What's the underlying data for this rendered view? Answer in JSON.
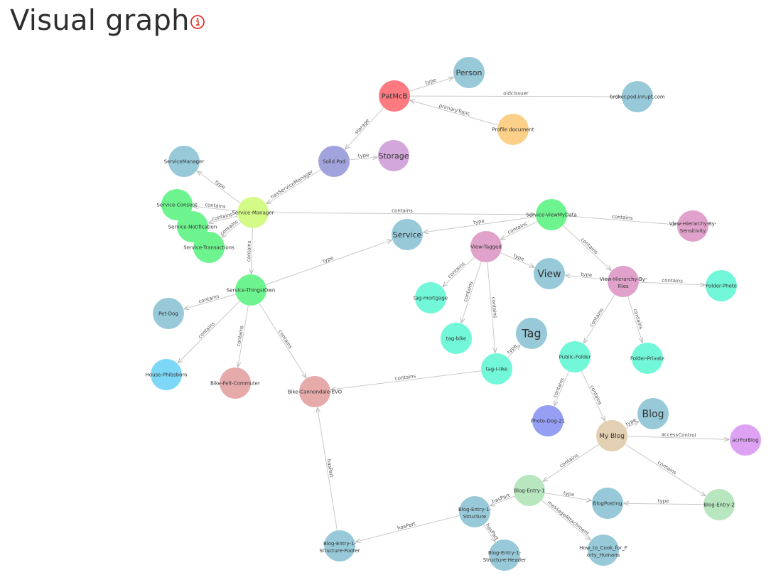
{
  "header": {
    "title": "Visual graph",
    "info_icon": "info-icon",
    "info_color": "#e0342a"
  },
  "graph": {
    "nodes": [
      {
        "id": "PatMcB",
        "label": "PatMcB",
        "color": "#fc7a80"
      },
      {
        "id": "Person",
        "label": "Person",
        "color": "#97c9d9"
      },
      {
        "id": "broker",
        "label": "broker.pod.inrupt.com",
        "color": "#97c9d9"
      },
      {
        "id": "ProfileDoc",
        "label": "Profile document",
        "color": "#fdd089"
      },
      {
        "id": "SolidPod",
        "label": "Solid Pod",
        "color": "#a1a4dc"
      },
      {
        "id": "Storage",
        "label": "Storage",
        "color": "#d4a7dc"
      },
      {
        "id": "ServiceManagerType",
        "label": "ServiceManager",
        "color": "#97c9d9"
      },
      {
        "id": "ServiceManager",
        "label": "Service-Manager",
        "color": "#d4fb88"
      },
      {
        "id": "ServiceConsent",
        "label": "Service-Consent",
        "color": "#6ef48e"
      },
      {
        "id": "ServiceNotification",
        "label": "Service-Notification",
        "color": "#6ef48e"
      },
      {
        "id": "ServiceTransactions",
        "label": "Service-Transactions",
        "color": "#6ef48e"
      },
      {
        "id": "ServiceViewMyData",
        "label": "Service-ViewMyData",
        "color": "#6ef48e"
      },
      {
        "id": "ViewHierSens",
        "label": "View-Hierarchy-By-Sensitivity",
        "color": "#e0a2ca"
      },
      {
        "id": "Service",
        "label": "Service",
        "color": "#97c9d9"
      },
      {
        "id": "ViewTagged",
        "label": "View-Tagged",
        "color": "#e0a2ca"
      },
      {
        "id": "View",
        "label": "View",
        "color": "#97c9d9"
      },
      {
        "id": "ViewHierFiles",
        "label": "View-Hierarchy-By-Files",
        "color": "#e0a2ca"
      },
      {
        "id": "FolderPhoto",
        "label": "Folder-Photo",
        "color": "#72f7d8"
      },
      {
        "id": "ServiceThingsIOwn",
        "label": "Service-ThingsIOwn",
        "color": "#6ef48e"
      },
      {
        "id": "PetDog",
        "label": "Pet-Dog",
        "color": "#97c9d9"
      },
      {
        "id": "tagMortgage",
        "label": "tag-mortgage",
        "color": "#72f7d8"
      },
      {
        "id": "tagBike",
        "label": "tag-bike",
        "color": "#72f7d8"
      },
      {
        "id": "Tag",
        "label": "Tag",
        "color": "#97c9d9"
      },
      {
        "id": "tagILike",
        "label": "tag-I-like",
        "color": "#72f7d8"
      },
      {
        "id": "PublicFolder",
        "label": "Public-Folder",
        "color": "#72f7d8"
      },
      {
        "id": "FolderPrivate",
        "label": "Folder-Private",
        "color": "#72f7d8"
      },
      {
        "id": "HousePhibsboro",
        "label": "House-Phibsboro",
        "color": "#7dd8f8"
      },
      {
        "id": "BikeFelt",
        "label": "Bike-Felt-Commuter",
        "color": "#e6aaab"
      },
      {
        "id": "BikeCannondale",
        "label": "Bike-Cannondale-EVO",
        "color": "#e6aaab"
      },
      {
        "id": "PhotoDog",
        "label": "Photo-Dog-21",
        "color": "#959ff4"
      },
      {
        "id": "Blog",
        "label": "Blog",
        "color": "#97c9d9"
      },
      {
        "id": "MyBlog",
        "label": "My Blog",
        "color": "#e3cfb1"
      },
      {
        "id": "acrForBlog",
        "label": "acrForBlog",
        "color": "#dea2f4"
      },
      {
        "id": "BlogEntry1",
        "label": "Blog-Entry-1",
        "color": "#b7e6bf"
      },
      {
        "id": "BlogPosting",
        "label": "BlogPosting",
        "color": "#97c9d9"
      },
      {
        "id": "BlogEntry2",
        "label": "Blog-Entry-2",
        "color": "#b7e6bf"
      },
      {
        "id": "BlogEntry1Structure",
        "label": "Blog-Entry-1-Structure",
        "color": "#97c9d9"
      },
      {
        "id": "BlogEntry1Footer",
        "label": "Blog-Entry-1-Structure-Footer",
        "color": "#97c9d9"
      },
      {
        "id": "BlogEntry1Header",
        "label": "Blog-Entry-1-Structure-Header",
        "color": "#97c9d9"
      },
      {
        "id": "HowToCook",
        "label": "How_to_Cook_for_Forty_Humans",
        "color": "#97c9d9"
      }
    ],
    "edges": [
      {
        "from": "PatMcB",
        "to": "Person",
        "label": "type"
      },
      {
        "from": "PatMcB",
        "to": "broker",
        "label": "oidcIssuer"
      },
      {
        "from": "ProfileDoc",
        "to": "PatMcB",
        "label": "primaryTopic"
      },
      {
        "from": "PatMcB",
        "to": "SolidPod",
        "label": "storage"
      },
      {
        "from": "SolidPod",
        "to": "Storage",
        "label": "type"
      },
      {
        "from": "SolidPod",
        "to": "ServiceManager",
        "label": "hasServiceManager"
      },
      {
        "from": "ServiceManager",
        "to": "ServiceManagerType",
        "label": "type"
      },
      {
        "from": "ServiceManager",
        "to": "ServiceConsent",
        "label": "contains"
      },
      {
        "from": "ServiceManager",
        "to": "ServiceNotification",
        "label": "contains"
      },
      {
        "from": "ServiceManager",
        "to": "ServiceTransactions",
        "label": "contains"
      },
      {
        "from": "ServiceManager",
        "to": "ServiceViewMyData",
        "label": "contains"
      },
      {
        "from": "ServiceManager",
        "to": "ServiceThingsIOwn",
        "label": "contains"
      },
      {
        "from": "ServiceViewMyData",
        "to": "Service",
        "label": "type"
      },
      {
        "from": "ServiceViewMyData",
        "to": "ViewTagged",
        "label": "contains"
      },
      {
        "from": "ServiceViewMyData",
        "to": "ViewHierSens",
        "label": "contains"
      },
      {
        "from": "ServiceViewMyData",
        "to": "ViewHierFiles",
        "label": "contains"
      },
      {
        "from": "ServiceThingsIOwn",
        "to": "Service",
        "label": "type"
      },
      {
        "from": "ViewTagged",
        "to": "View",
        "label": "type"
      },
      {
        "from": "ViewHierFiles",
        "to": "View",
        "label": "type"
      },
      {
        "from": "ViewTagged",
        "to": "tagMortgage",
        "label": "contains"
      },
      {
        "from": "ViewTagged",
        "to": "tagBike",
        "label": "contains"
      },
      {
        "from": "ViewTagged",
        "to": "tagILike",
        "label": "contains"
      },
      {
        "from": "tagILike",
        "to": "Tag",
        "label": "type"
      },
      {
        "from": "ViewHierFiles",
        "to": "FolderPhoto",
        "label": "contains"
      },
      {
        "from": "ViewHierFiles",
        "to": "PublicFolder",
        "label": "contains"
      },
      {
        "from": "ViewHierFiles",
        "to": "FolderPrivate",
        "label": "contains"
      },
      {
        "from": "ServiceThingsIOwn",
        "to": "PetDog",
        "label": "contains"
      },
      {
        "from": "ServiceThingsIOwn",
        "to": "HousePhibsboro",
        "label": "contains"
      },
      {
        "from": "ServiceThingsIOwn",
        "to": "BikeFelt",
        "label": "contains"
      },
      {
        "from": "ServiceThingsIOwn",
        "to": "BikeCannondale",
        "label": "contains"
      },
      {
        "from": "tagILike",
        "to": "BikeCannondale",
        "label": "contains"
      },
      {
        "from": "PublicFolder",
        "to": "PhotoDog",
        "label": "contains"
      },
      {
        "from": "PublicFolder",
        "to": "MyBlog",
        "label": "contains"
      },
      {
        "from": "MyBlog",
        "to": "Blog",
        "label": "type"
      },
      {
        "from": "MyBlog",
        "to": "acrForBlog",
        "label": "accessControl"
      },
      {
        "from": "MyBlog",
        "to": "BlogEntry1",
        "label": "contains"
      },
      {
        "from": "MyBlog",
        "to": "BlogEntry2",
        "label": "contains"
      },
      {
        "from": "BlogEntry1",
        "to": "BlogPosting",
        "label": "type"
      },
      {
        "from": "BlogEntry2",
        "to": "BlogPosting",
        "label": "type"
      },
      {
        "from": "BlogEntry1",
        "to": "BlogEntry1Structure",
        "label": "hasPart"
      },
      {
        "from": "BlogEntry1",
        "to": "HowToCook",
        "label": "messageAttachment"
      },
      {
        "from": "BlogEntry1Structure",
        "to": "BlogEntry1Footer",
        "label": "hasPart"
      },
      {
        "from": "BlogEntry1Structure",
        "to": "BlogEntry1Header",
        "label": "hasPart"
      },
      {
        "from": "BlogEntry1Footer",
        "to": "BikeCannondale",
        "label": "hasPart"
      }
    ]
  }
}
